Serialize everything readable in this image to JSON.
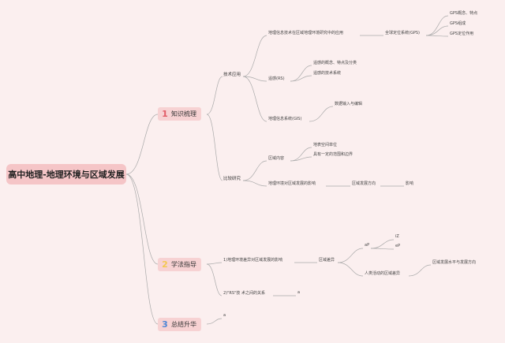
{
  "root": {
    "title": "高中地理-地理环境与区域发展"
  },
  "branches": [
    {
      "badge": "1",
      "label": "知识梳理"
    },
    {
      "badge": "2",
      "label": "学法指导"
    },
    {
      "badge": "3",
      "label": "总结升华"
    }
  ],
  "nodes": {
    "tech_app": "技术应用",
    "tech_in_research": "地理信息技术在区域地理环境研究中的应用",
    "gps": "全球定位系统(GPS)",
    "gps_concept": "GPS概念、特点",
    "gps_comp": "GPS组成",
    "gps_use": "GPS定位作用",
    "rs": "遥感(RS)",
    "rs_concept": "遥感的概念、特点及分类",
    "rs_tech": "遥感的技术系统",
    "gis": "地理信息系统(GIS)",
    "gis_data": "数据输入与编辑",
    "compare": "比较研究",
    "region_content": "区域内容",
    "surface_unit": "地表空间单位",
    "scope": "具有一定的范围和边界",
    "env_impact": "地理环境对区域发展的影响",
    "dev_dir": "区域发展方向",
    "impact": "影响",
    "g2_item1": "1)地理环境差异对区域发展的影响",
    "region_diff": "区域差异",
    "g2_ap": "aP",
    "g2_iz": "iZ",
    "g2_ep": "eP",
    "human_diff": "人类活动的区域差异",
    "dev_level": "区域发展水平与发展方向",
    "g2_item2": "2)\"RS\"技 术之间的关系",
    "g2_a": "a",
    "g3_a": "a"
  },
  "colors": {
    "background": "#fbefef",
    "root_fill": "#f5c5c7",
    "branch_fill": "#f7d2d3",
    "connector": "#aaaaaa",
    "badge1": "#e25b66",
    "badge2": "#f3c84f",
    "badge3": "#4f86d6"
  }
}
